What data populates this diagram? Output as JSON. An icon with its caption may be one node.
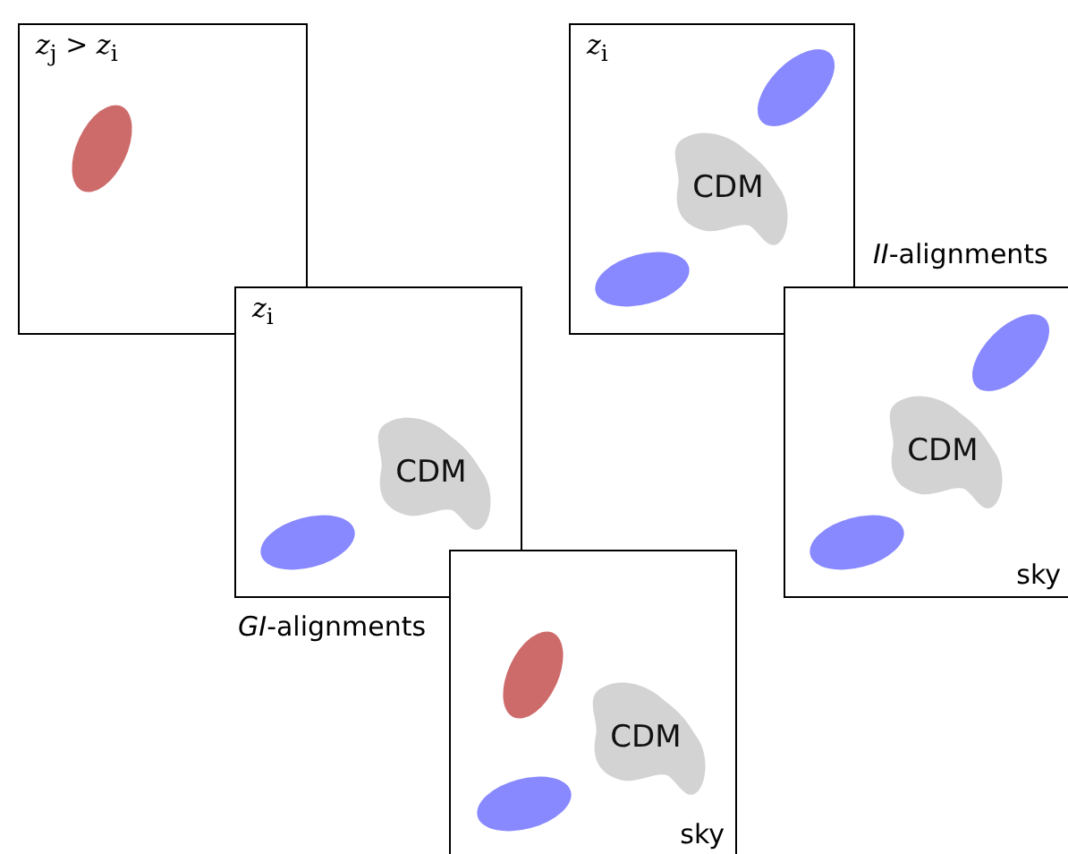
{
  "diagram": {
    "nodes": [
      {
        "text": [
          "*z*$_{j}$ > *z*$_{i}$"
        ]
      },
      {
        "text": [
          "*z*$_{i}$"
        ]
      },
      {
        "text": [
          "CDM"
        ],
        "in": 1
      },
      {
        "text": [
          "sky"
        ]
      },
      {
        "text": [
          "CDM"
        ],
        "in": 3
      },
      {
        "text": [
          "*z*$_{i}$"
        ]
      },
      {
        "text": [
          "CDM"
        ],
        "in": 5
      },
      {
        "text": [
          "sky"
        ]
      },
      {
        "text": [
          "CDM"
        ],
        "in": 7
      }
    ],
    "edges": [],
    "labels": [
      "*II*-alignments",
      "*GI*-alignments"
    ]
  }
}
